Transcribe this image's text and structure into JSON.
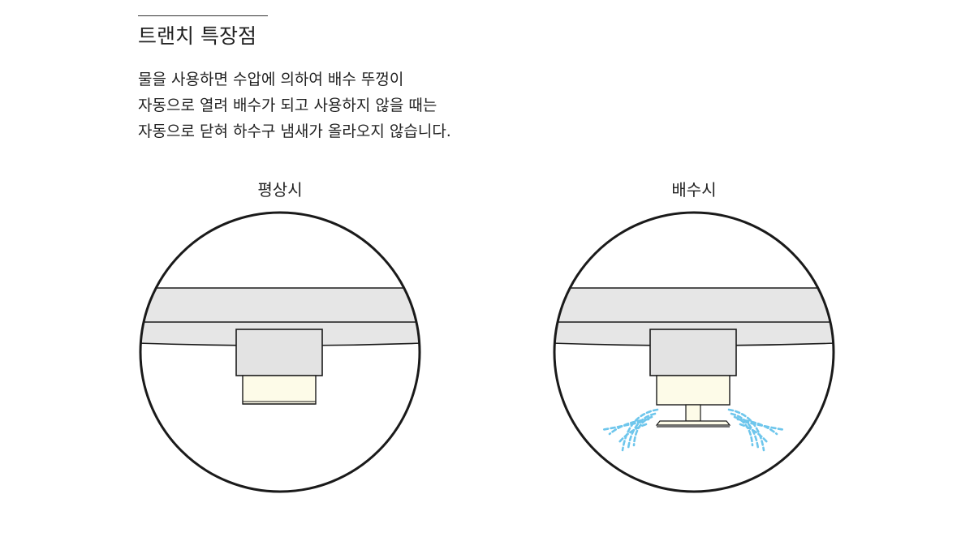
{
  "section": {
    "title": "트랜치 특장점"
  },
  "description": {
    "lines": [
      "물을 사용하면 수압에 의하여 배수 뚜껑이",
      "자동으로 열려 배수가 되고 사용하지 않을 때는",
      "자동으로 닫혀 하수구 냄새가 올라오지 않습니다."
    ]
  },
  "panels": [
    {
      "label": "평상시"
    },
    {
      "label": "배수시"
    }
  ],
  "colors": {
    "outline": "#1a1a1a",
    "trench_body": "#e6e6e6",
    "drain_housing": "#e3e3e3",
    "valve_cap": "#fdfbe8",
    "water_spray": "#6ec6ec",
    "background": "#ffffff"
  }
}
